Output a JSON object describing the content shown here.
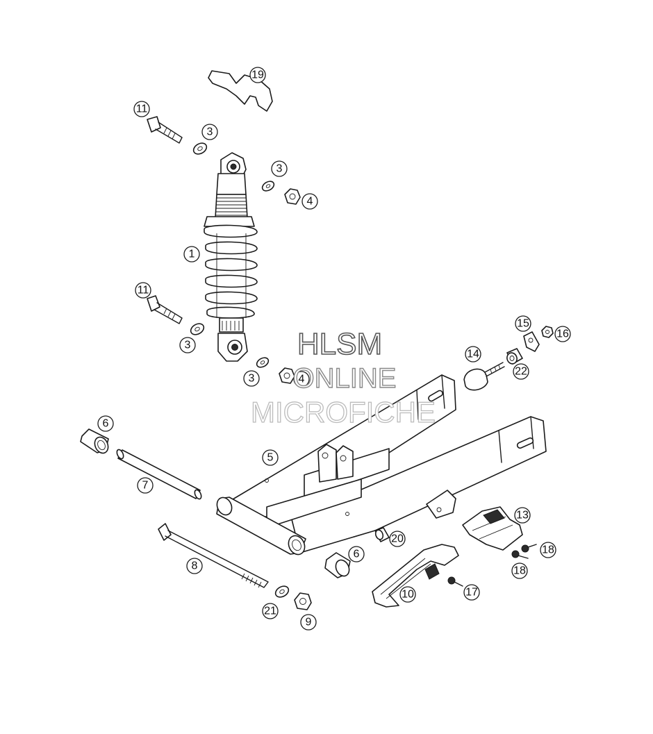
{
  "callouts": [
    "19",
    "11",
    "3",
    "3",
    "4",
    "1",
    "11",
    "3",
    "3",
    "4",
    "15",
    "16",
    "14",
    "22",
    "6",
    "7",
    "5",
    "13",
    "20",
    "6",
    "18",
    "18",
    "8",
    "10",
    "17",
    "21",
    "9"
  ],
  "watermark": {
    "line1": "HLSM",
    "line2": "ONLINE",
    "line3": "MICROFICHE"
  },
  "colors": {
    "ink": "#1a1a1a",
    "watermark_outline": "#777777",
    "watermark_light": "#bbbbbb"
  }
}
